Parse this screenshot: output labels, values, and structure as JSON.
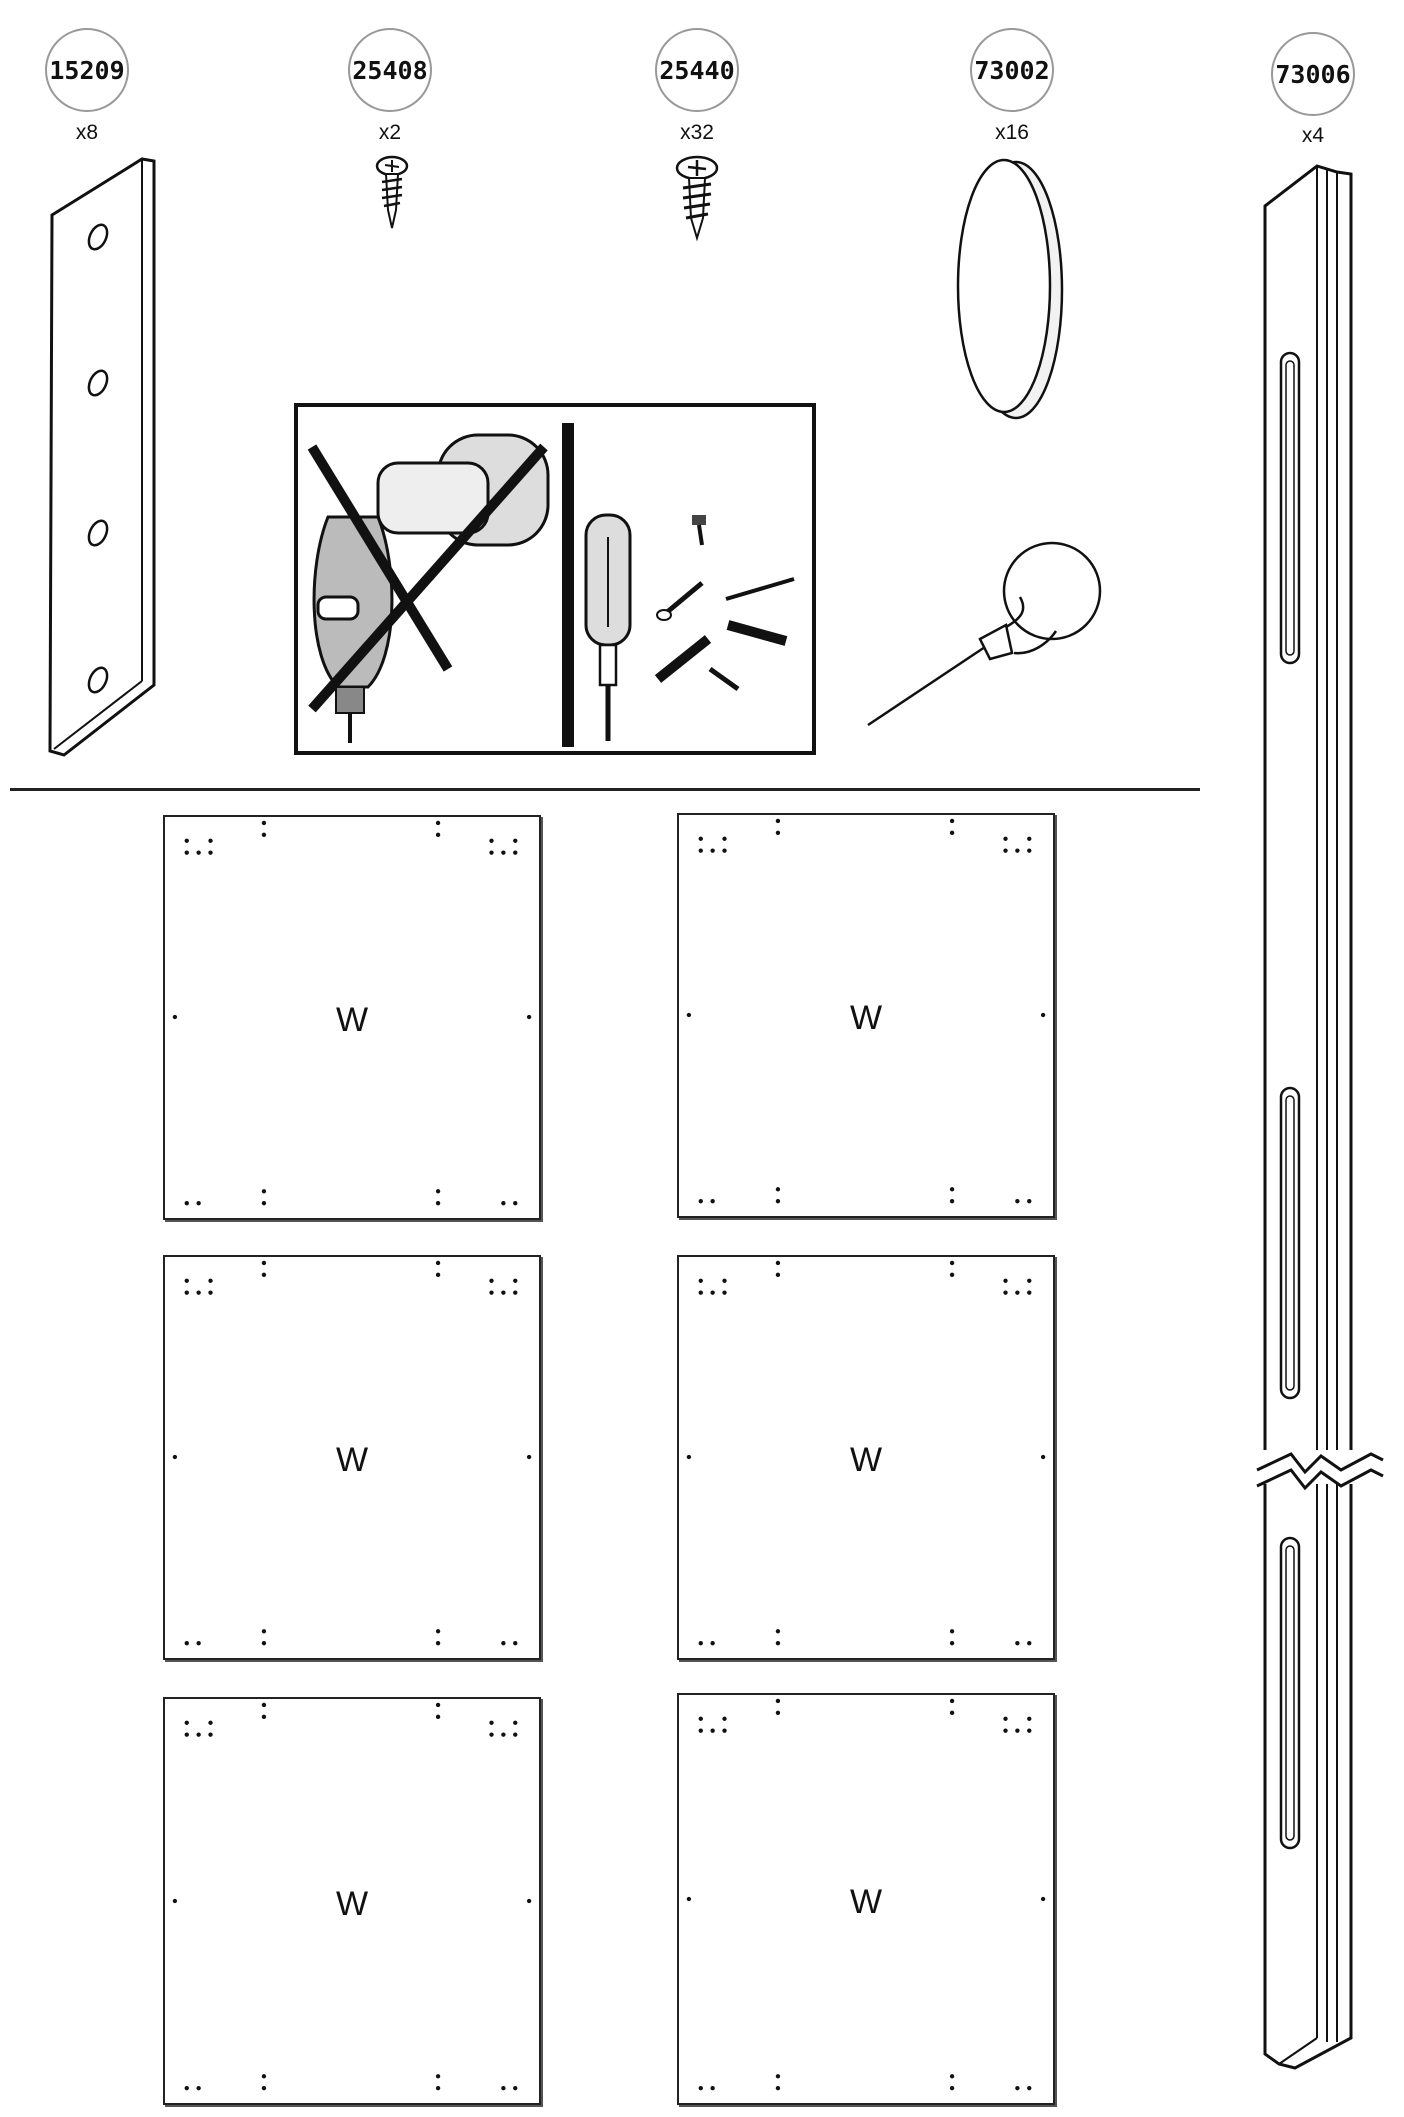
{
  "parts": [
    {
      "id": "15209",
      "qty": "x8"
    },
    {
      "id": "25408",
      "qty": "x2"
    },
    {
      "id": "25440",
      "qty": "x32"
    },
    {
      "id": "73002",
      "qty": "x16"
    },
    {
      "id": "73006",
      "qty": "x4"
    }
  ],
  "panels": [
    {
      "label": "W"
    },
    {
      "label": "W"
    },
    {
      "label": "W"
    },
    {
      "label": "W"
    },
    {
      "label": "W"
    },
    {
      "label": "W"
    }
  ],
  "icons": {
    "bracket": "mounting-bracket-icon",
    "screw_small": "screw-icon",
    "screw_large": "screw-icon",
    "cap": "cover-cap-icon",
    "rail": "rail-upright-icon",
    "power_drill_crossed": "no-power-drill-icon",
    "screwdriver": "screwdriver-icon",
    "awl": "awl-icon"
  }
}
